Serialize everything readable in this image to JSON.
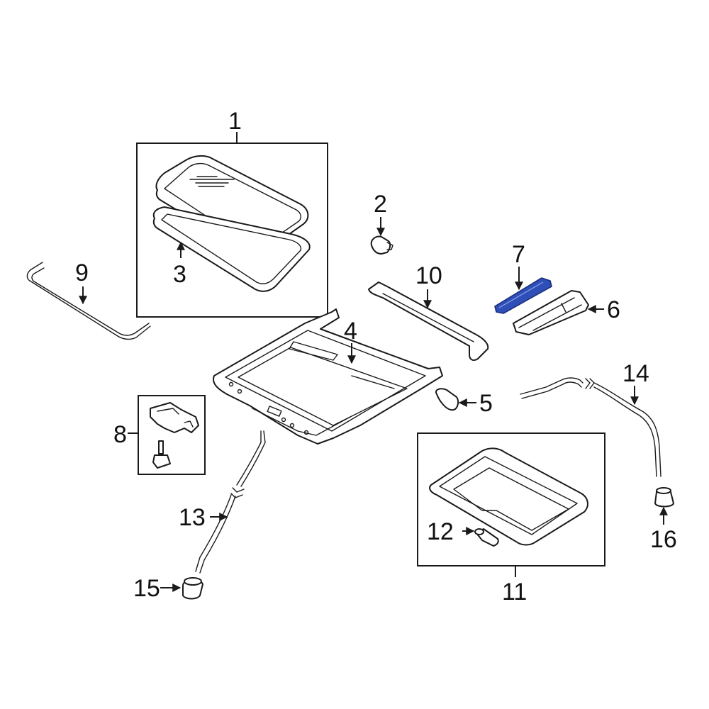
{
  "diagram": {
    "highlight_color": "#2e4fb7",
    "callouts": {
      "c1": "1",
      "c2": "2",
      "c3": "3",
      "c4": "4",
      "c5": "5",
      "c6": "6",
      "c7": "7",
      "c8": "8",
      "c9": "9",
      "c10": "10",
      "c11": "11",
      "c12": "12",
      "c13": "13",
      "c14": "14",
      "c15": "15",
      "c16": "16"
    },
    "highlighted_part": "7"
  }
}
